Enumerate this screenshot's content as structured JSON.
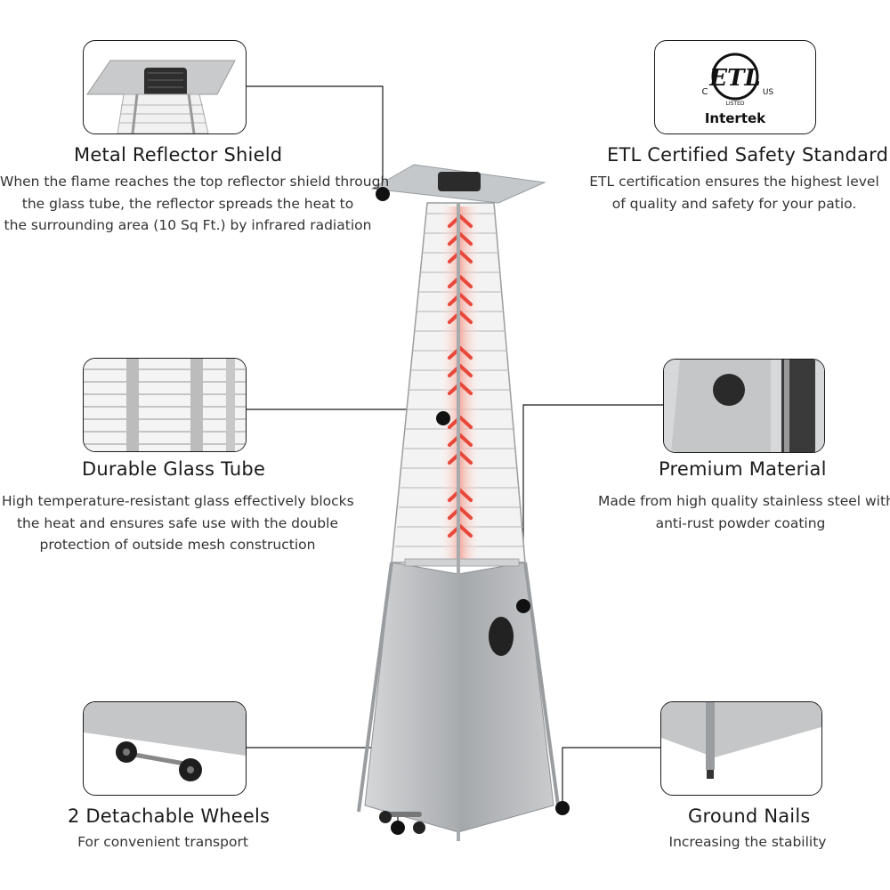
{
  "features": {
    "reflector": {
      "title": "Metal Reflector Shield",
      "lines": [
        "When the flame reaches the top reflector shield through",
        "the glass tube, the reflector spreads the heat to",
        "the surrounding area (10 Sq Ft.) by infrared radiation"
      ]
    },
    "etl": {
      "title": "ETL Certified Safety Standard",
      "lines": [
        "ETL certification ensures the highest level",
        "of quality and safety for your patio."
      ],
      "logo": {
        "mark": "ETL",
        "c": "C",
        "us": "US",
        "listed": "LISTED",
        "brand": "Intertek"
      }
    },
    "glass": {
      "title": "Durable Glass Tube",
      "lines": [
        "High temperature-resistant glass effectively blocks",
        "the heat and ensures safe use with the double",
        "protection of outside mesh construction"
      ]
    },
    "material": {
      "title": "Premium Material",
      "lines": [
        "Made from high quality stainless steel with",
        "anti-rust powder coating"
      ]
    },
    "wheels": {
      "title": "2 Detachable Wheels",
      "lines": [
        "For convenient transport"
      ]
    },
    "nails": {
      "title": "Ground Nails",
      "lines": [
        "Increasing the stability"
      ]
    }
  },
  "colors": {
    "flame": "#e8473a",
    "glow": "#f6b3a8",
    "steel": "#b9bcbf",
    "steel_dark": "#8e9194",
    "line": "#1a1a1a"
  }
}
